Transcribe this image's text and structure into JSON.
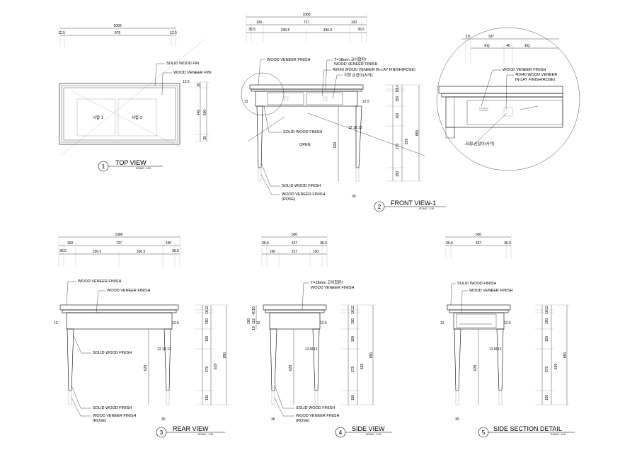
{
  "views": [
    {
      "num": "1",
      "title": "TOP VIEW",
      "scale": "SCALE : 1/10"
    },
    {
      "num": "2",
      "title": "FRONT VIEW-1",
      "scale": "SCALE : 1/10"
    },
    {
      "num": "3",
      "title": "REAR VIEW",
      "scale": "SCALE : 1/10"
    },
    {
      "num": "4",
      "title": "SIDE VIEW",
      "scale": "SCALE : 1/10"
    },
    {
      "num": "5",
      "title": "SIDE SECTION DETAIL",
      "scale": "SCALE : 1/10"
    }
  ],
  "top": {
    "overall": "1000",
    "left": "12.5",
    "mid": "975",
    "right": "12.5",
    "solid_label": "SOLID WOOD FIN.",
    "veneer_label": "WOOD VENEER FINI",
    "drawer1": "서랍-1",
    "drawer2": "서랍-2",
    "v_total": "500",
    "v_inner": "440",
    "v_a": "30",
    "v_b": "30",
    "v_c": "12.5"
  },
  "front": {
    "overall": "1080",
    "seg": [
      "36.5",
      "100",
      "727",
      "100",
      "36.5"
    ],
    "sub": [
      "336.5",
      "336.5"
    ],
    "veneer": "WOOD VENEER FINISH",
    "plywood1": "T=18mm 코아합판/",
    "plywood2": "WOOD VENEER FINISH",
    "inlay": "40X40 WOOD VENEER IN-LAY FINISH(ROSE)",
    "handle": "지정 손잡이(사각)",
    "solid": "SOLID WOOD FINISH",
    "open": "OPEN",
    "solid2": "SOLID WOOD FINISH",
    "veneer_rose1": "WOOD VENEER FINISH",
    "veneer_rose2": "(ROSE)",
    "leg_h": "629",
    "foot": "30",
    "v_dims": [
      "12",
      "18",
      "150",
      "100",
      "279",
      "629",
      "150"
    ],
    "v_total": "850",
    "d_left": "12",
    "d_right": "12.5",
    "leg_a": "12",
    "leg_b": "18",
    "leg_c": "12"
  },
  "detail": {
    "d18": "18",
    "d337": "337",
    "eq1": "EQ",
    "d40": "40",
    "eq2": "EQ",
    "veneer": "WOOD VENEER FINISH",
    "inlay1": "40X40 WOOD VENEER",
    "inlay2": "IN-LAY FINISH(ROSE)",
    "handle": "지정 손잡이(사각)"
  },
  "rear": {
    "overall": "1080",
    "seg": [
      "36.5",
      "100",
      "727",
      "100",
      "36.5"
    ],
    "sub": [
      "336.5",
      "336.5"
    ],
    "veneer1": "WOOD VENEER FINISH",
    "veneer2": "WOOD VENEER FINISH",
    "solid": "SOLID WOOD FINISH",
    "solid2": "SOLID WOOD FINISH",
    "rose1": "WOOD VENEER FINISH",
    "rose2": "(ROSE)",
    "leg_h": "629",
    "foot": "30",
    "v_dims": [
      "12",
      "18",
      "150",
      "100",
      "279",
      "629",
      "150"
    ],
    "v_total": "850",
    "d_left": "12",
    "d_right": "12.5",
    "leg_a": "12",
    "leg_b": "18",
    "leg_c": "12"
  },
  "side": {
    "overall": "500",
    "seg": [
      "36.5",
      "427",
      "36.5"
    ],
    "sub": [
      "100",
      "227",
      "100"
    ],
    "plywood1": "T=18mm 코아합판/",
    "plywood2": "WOOD VENEER FINISH",
    "solid": "SOLID WOOD FINISH",
    "rose1": "WOOD VENEER FINISH",
    "rose2": "(ROSE)",
    "leg_h": "629",
    "foot": "36",
    "v_dims": [
      "12",
      "18",
      "150",
      "100",
      "279",
      "629",
      "150"
    ],
    "v_total": "850",
    "d_left": "12",
    "d_right": "12.5",
    "left_dims": [
      "18",
      "40",
      "150",
      "112",
      "18"
    ],
    "leg_a": "12",
    "leg_b": "18",
    "leg_c": "12"
  },
  "section": {
    "overall": "500",
    "seg": [
      "36.5",
      "427",
      "36.5"
    ],
    "solid": "SOLID WOOD FINISH",
    "veneer": "WOOD VENEER FINISH",
    "leg_h": "629",
    "foot": "30",
    "v_dims": [
      "12",
      "18",
      "150",
      "100",
      "279",
      "629",
      "150"
    ],
    "v_total": "850",
    "d_left": "12",
    "d_right": "12.5",
    "leg_a": "12",
    "leg_b": "18",
    "leg_c": "12"
  }
}
